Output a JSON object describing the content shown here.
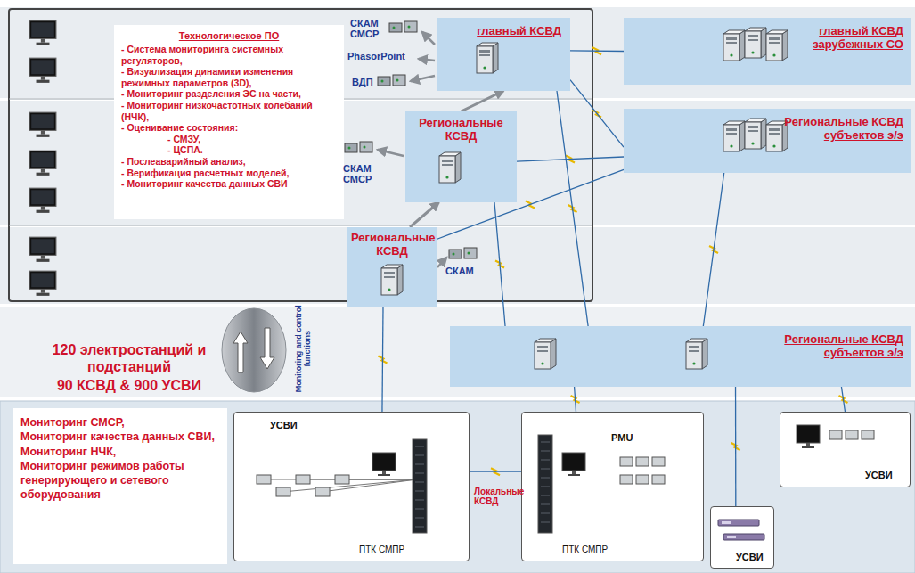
{
  "diagram": {
    "nodes": [
      {
        "text": [
          "Технологическое ПО",
          "- Система мониторинга системных регуляторов,",
          "- Визуализация динамики изменения режимных параметров (3D),",
          "- Мониторинг разделения ЭС на части,",
          "- Мониторинг низкочастотных колебаний (НЧК),",
          "- Оценивание состояния:",
          "- СМЗУ,",
          "- ЦСПА.",
          "- Послеаварийный анализ,",
          "- Верификация расчетных моделей,",
          "- Мониторинг качества данных СВИ"
        ]
      },
      {
        "text": [
          "главный КСВД"
        ]
      },
      {
        "text": [
          "главный КСВД зарубежных СО"
        ]
      },
      {
        "text": [
          "Региональные КСВД"
        ]
      },
      {
        "text": [
          "Региональные КСВД субъектов э/э"
        ]
      },
      {
        "text": [
          "Региональные КСВД"
        ]
      },
      {
        "text": [
          "Региональные КСВД субъектов э/э"
        ]
      },
      {
        "text": [
          "Мониторинг СМСР,",
          "Мониторинг качества данных СВИ,",
          "Мониторинг НЧК,",
          "Мониторинг режимов работы генерирующего и сетевого оборудования"
        ]
      },
      {
        "text": [
          "УСВИ",
          "ПТК СМПР"
        ]
      },
      {
        "text": [
          "PMU",
          "ПТК СМПР"
        ]
      },
      {
        "text": [
          "УСВИ"
        ]
      },
      {
        "text": [
          "УСВИ"
        ]
      }
    ],
    "edges": [
      {
        "from": 1,
        "to": 2,
        "arrow": "none"
      },
      {
        "from": 3,
        "to": 1,
        "arrow": "to"
      },
      {
        "from": 5,
        "to": 3,
        "arrow": "to"
      },
      {
        "from": 1,
        "to": 4,
        "arrow": "none"
      },
      {
        "from": 3,
        "to": 4,
        "arrow": "none"
      },
      {
        "from": 5,
        "to": 4,
        "arrow": "none"
      },
      {
        "from": 1,
        "to": 6,
        "arrow": "none"
      },
      {
        "from": 3,
        "to": 6,
        "arrow": "none"
      },
      {
        "from": 5,
        "to": 8,
        "arrow": "none"
      },
      {
        "from": 8,
        "to": 9,
        "arrow": "none"
      },
      {
        "from": 9,
        "to": 6,
        "arrow": "none"
      },
      {
        "from": 6,
        "to": 10,
        "arrow": "none"
      },
      {
        "from": 6,
        "to": 11,
        "arrow": "none"
      },
      {
        "from": 4,
        "to": 6,
        "arrow": "none"
      }
    ],
    "labels": [
      "СКАМ СМСР",
      "PhasorPoint",
      "ВДП",
      "СКАМ СМСР",
      "СКАМ",
      "120 электростанций и подстанций",
      "90 КСВД & 900 УСВИ",
      "Monitoring and control functions",
      "Локальные КСВД"
    ]
  }
}
